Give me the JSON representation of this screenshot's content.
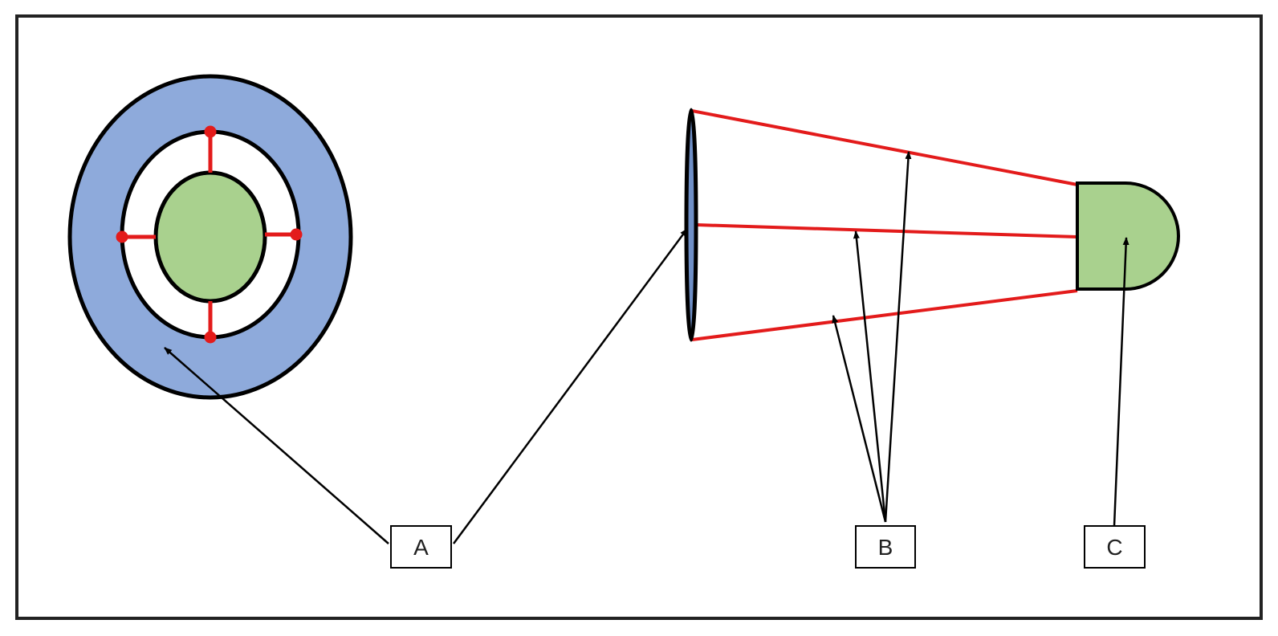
{
  "labels": {
    "a": "A",
    "b": "B",
    "c": "C"
  },
  "colors": {
    "frame": "#222222",
    "outer_ring_fill": "#8eaadb",
    "core_fill": "#a9d18e",
    "red_wire": "#e31b1b",
    "outline": "#000000"
  }
}
